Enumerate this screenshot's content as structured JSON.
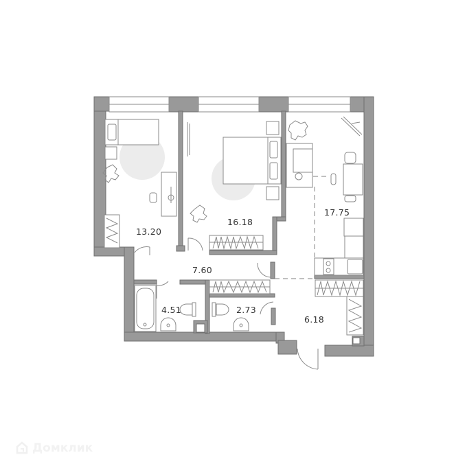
{
  "plan": {
    "rooms": [
      {
        "id": "bedroom-1",
        "area": "13.20"
      },
      {
        "id": "bedroom-2",
        "area": "16.18"
      },
      {
        "id": "kitchen-living",
        "area": "17.75"
      },
      {
        "id": "hallway",
        "area": "7.60"
      },
      {
        "id": "bathroom",
        "area": "4.51"
      },
      {
        "id": "toilet",
        "area": "2.73"
      },
      {
        "id": "entrance-hall",
        "area": "6.18"
      }
    ],
    "colors": {
      "wall": "#999999",
      "outline": "#8a8a8a",
      "background": "#ffffff",
      "spot": "#ececec"
    }
  },
  "watermark": {
    "brand": "Домклик",
    "icon": "domclick-logo-icon"
  }
}
